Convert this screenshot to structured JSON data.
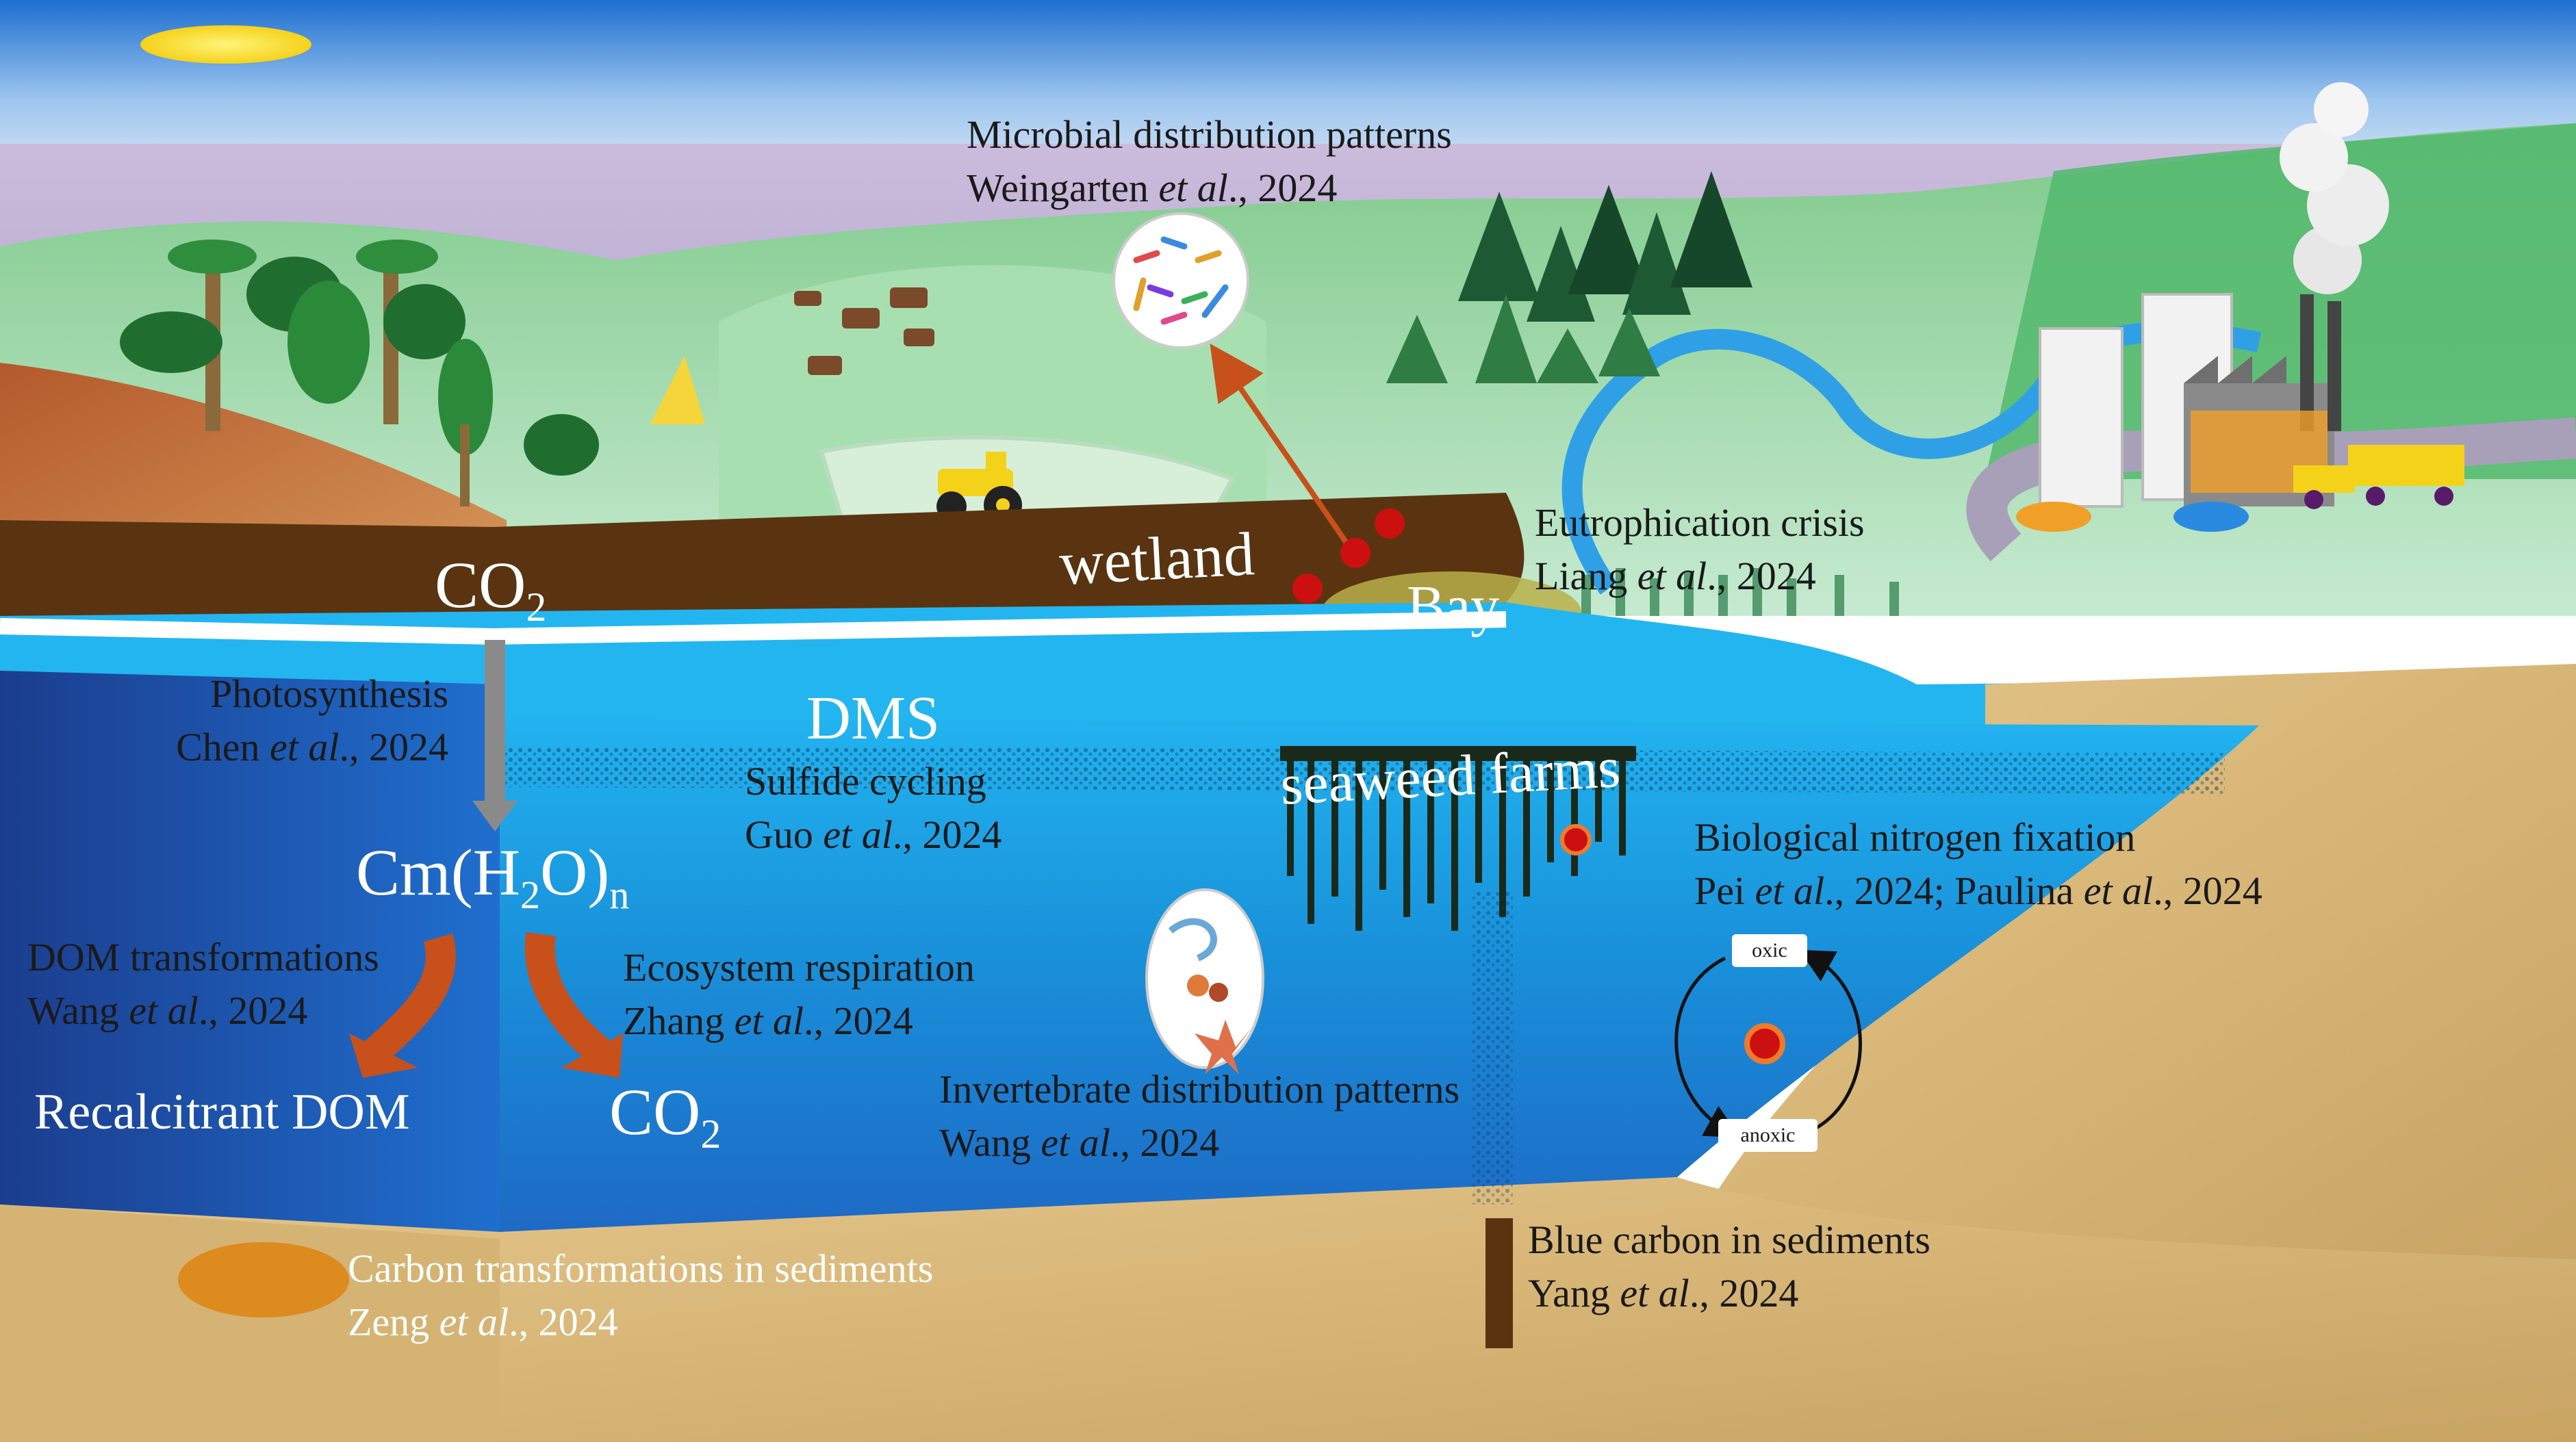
{
  "labels": {
    "microbial": {
      "title": "Microbial  distribution  patterns",
      "author": "Weingarten ",
      "etal": "et al",
      "year": "., 2024"
    },
    "eutrophication": {
      "title": "Eutrophication crisis",
      "author": "Liang ",
      "etal": "et al",
      "year": "., 2024"
    },
    "co2_top": {
      "main": "CO",
      "sub": "2"
    },
    "wetland": "wetland",
    "bay": "Bay",
    "photosynthesis": {
      "title": "Photosynthesis",
      "author": "Chen ",
      "etal": "et al",
      "year": "., 2024"
    },
    "dms": "DMS",
    "sulfide": {
      "title": "Sulfide cycling",
      "author": "Guo ",
      "etal": "et al",
      "year": "., 2024"
    },
    "seaweed": "seaweed farms",
    "cmh2o": {
      "a": "Cm(H",
      "sub1": "2",
      "b": "O)",
      "sub2": "n"
    },
    "nitrogen": {
      "title": "Biological nitrogen fixation",
      "author1": "Pei ",
      "etal1": "et al",
      "year1": "., 2024; Paulina ",
      "etal2": "et al",
      "year2": "., 2024"
    },
    "dom": {
      "title": "DOM transformations",
      "author": "Wang ",
      "etal": "et al",
      "year": "., 2024"
    },
    "respiration": {
      "title": "Ecosystem respiration",
      "author": "Zhang  ",
      "etal": "et al",
      "year": "., 2024"
    },
    "recalcitrant": "Recalcitrant DOM",
    "co2_bottom": {
      "main": "CO",
      "sub": "2"
    },
    "invertebrate": {
      "title": "Invertebrate distribution  patterns",
      "author": "Wang ",
      "etal": "et al",
      "year": "., 2024"
    },
    "oxic": "oxic",
    "anoxic": "anoxic",
    "bluecarbon": {
      "title": "Blue carbon in sediments",
      "author": "Yang  ",
      "etal": "et al",
      "year": "., 2024"
    },
    "sedcarbon": {
      "title": "Carbon transformations in sediments",
      "author": "Zeng ",
      "etal": "et al",
      "year": "., 2024"
    }
  },
  "colors": {
    "sky_top": "#1e6fd0",
    "sky_band": "#c8b9d8",
    "land_green": "#9fd6a4",
    "soil": "#5a3410",
    "water_light": "#1aa6e6",
    "water_deep": "#1c4fa8",
    "sediment": "#d8b779",
    "arrow_orange": "#c8501a",
    "arrow_gray": "#8a8a8a",
    "red_dot": "#cc1010"
  }
}
